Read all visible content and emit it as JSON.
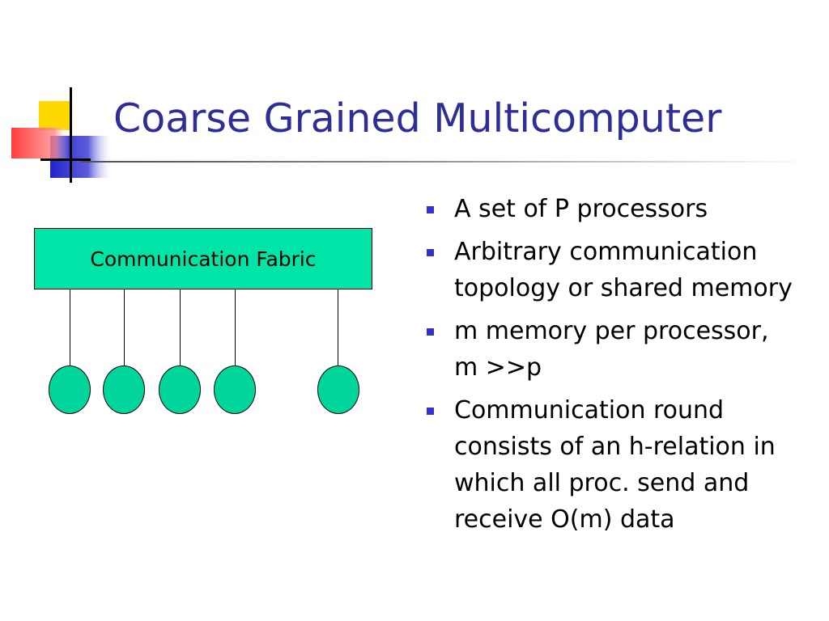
{
  "slide": {
    "title": "Coarse Grained Multicomputer"
  },
  "diagram": {
    "fabric_label": "Communication Fabric",
    "processor_count_shown": 5
  },
  "bullets": [
    "A set of P processors",
    "Arbitrary communication topology or shared memory",
    "m memory per processor, m >>p",
    "Communication round consists of an h-relation in which all proc. send and receive O(m) data"
  ],
  "colors": {
    "title": "#2e2e96",
    "fabric": "#00e5a7",
    "node": "#00d69c",
    "bullet": "#3333cc",
    "logo_yellow": "#ffd800",
    "logo_red": "#ff3b3b",
    "logo_blue": "#2222cc"
  }
}
